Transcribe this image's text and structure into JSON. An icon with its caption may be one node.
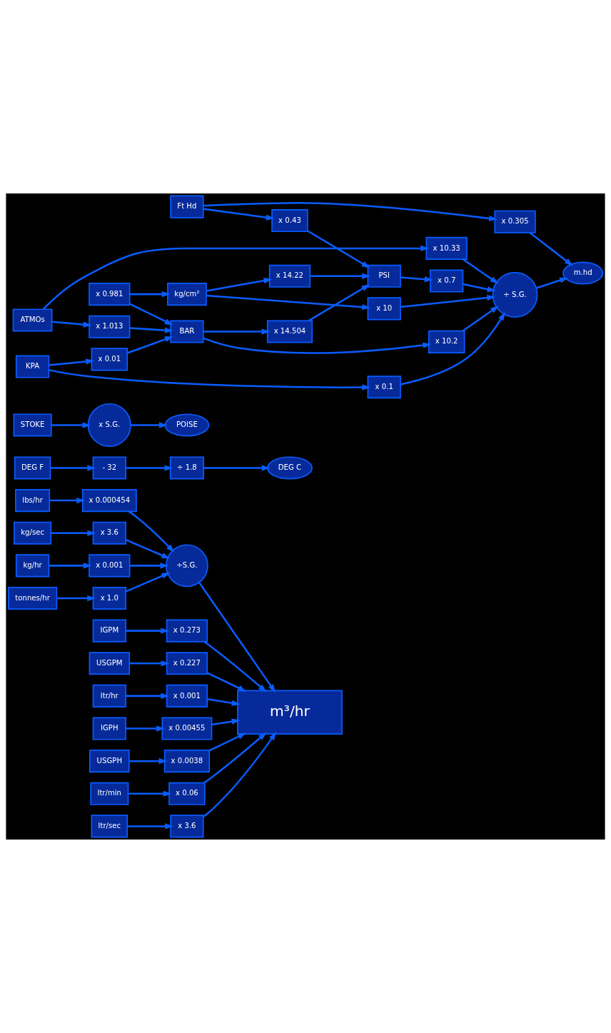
{
  "diagram": {
    "nodes": [
      {
        "text": [
          "lbs/hr"
        ]
      },
      {
        "text": [
          "x 0.000454"
        ]
      },
      {
        "text": [
          "IGPM"
        ]
      },
      {
        "text": [
          "USGPM"
        ]
      },
      {
        "text": [
          "kg/sec"
        ]
      },
      {
        "text": [
          "x 3.6"
        ]
      },
      {
        "text": [
          "÷S.G."
        ]
      },
      {
        "text": [
          "x 0.273"
        ]
      },
      {
        "text": [
          "x 0.227"
        ]
      },
      {
        "text": [
          "kg/hr"
        ]
      },
      {
        "text": [
          "x 0.001"
        ]
      },
      {
        "text": [
          "m³/hr"
        ]
      },
      {
        "text": [
          "tonnes/hr"
        ]
      },
      {
        "text": [
          "x 1.0"
        ]
      },
      {
        "text": [
          "ltr/hr"
        ]
      },
      {
        "text": [
          "x 0.001"
        ]
      },
      {
        "text": [
          "x 0.00455"
        ]
      },
      {
        "text": [
          "x 0.0038"
        ]
      },
      {
        "text": [
          "ltr/min"
        ]
      },
      {
        "text": [
          "x 0.06"
        ]
      },
      {
        "text": [
          "ltr/sec"
        ]
      },
      {
        "text": [
          "x 3.6"
        ]
      },
      {
        "text": [
          "IGPH"
        ]
      },
      {
        "text": [
          "USGPH"
        ]
      },
      {
        "text": [
          "DEG F"
        ]
      },
      {
        "text": [
          "- 32"
        ]
      },
      {
        "text": [
          "÷ 1.8"
        ]
      },
      {
        "text": [
          "DEG C"
        ]
      },
      {
        "text": [
          "STOKE"
        ]
      },
      {
        "text": [
          "x S.G."
        ]
      },
      {
        "text": [
          "POISE"
        ]
      },
      {
        "text": [
          "Ft Hd"
        ]
      },
      {
        "text": [
          "x 0.305"
        ]
      },
      {
        "text": [
          "x 0.43"
        ]
      },
      {
        "text": [
          "m.hd"
        ]
      },
      {
        "text": [
          "PSI"
        ]
      },
      {
        "text": [
          "x 0.7"
        ]
      },
      {
        "text": [
          "x 14.22"
        ]
      },
      {
        "text": [
          "x 14.504"
        ]
      },
      {
        "text": [
          "kg/cm²"
        ]
      },
      {
        "text": [
          "x 10"
        ]
      },
      {
        "text": [
          "÷ S.G."
        ]
      },
      {
        "text": [
          "x 0.981"
        ]
      },
      {
        "text": [
          "BAR"
        ]
      },
      {
        "text": [
          "x 10.2"
        ]
      },
      {
        "text": [
          "x 0.01"
        ]
      },
      {
        "text": [
          "KPA"
        ]
      },
      {
        "text": [
          "x 0.1"
        ]
      },
      {
        "text": [
          "x 1.013"
        ]
      },
      {
        "text": [
          "ATMOs"
        ]
      },
      {
        "text": [
          "x 10.33"
        ]
      }
    ],
    "edges": [
      {
        "from": 0,
        "to": 1,
        "arrow": "to"
      },
      {
        "from": 1,
        "to": 6,
        "arrow": "to"
      },
      {
        "from": 4,
        "to": 5,
        "arrow": "to"
      },
      {
        "from": 5,
        "to": 6,
        "arrow": "to"
      },
      {
        "from": 9,
        "to": 10,
        "arrow": "to"
      },
      {
        "from": 10,
        "to": 6,
        "arrow": "to"
      },
      {
        "from": 12,
        "to": 13,
        "arrow": "to"
      },
      {
        "from": 13,
        "to": 6,
        "arrow": "to"
      },
      {
        "from": 6,
        "to": 11,
        "arrow": "to"
      },
      {
        "from": 14,
        "to": 15,
        "arrow": "to"
      },
      {
        "from": 15,
        "to": 11,
        "arrow": "to"
      },
      {
        "from": 18,
        "to": 19,
        "arrow": "to"
      },
      {
        "from": 19,
        "to": 11,
        "arrow": "to"
      },
      {
        "from": 20,
        "to": 21,
        "arrow": "to"
      },
      {
        "from": 21,
        "to": 11,
        "arrow": "to"
      },
      {
        "from": 2,
        "to": 7,
        "arrow": "to"
      },
      {
        "from": 7,
        "to": 11,
        "arrow": "to"
      },
      {
        "from": 3,
        "to": 8,
        "arrow": "to"
      },
      {
        "from": 8,
        "to": 11,
        "arrow": "to"
      },
      {
        "from": 22,
        "to": 16,
        "arrow": "to"
      },
      {
        "from": 16,
        "to": 11,
        "arrow": "to"
      },
      {
        "from": 23,
        "to": 17,
        "arrow": "to"
      },
      {
        "from": 17,
        "to": 11,
        "arrow": "to"
      },
      {
        "from": 24,
        "to": 25,
        "arrow": "to"
      },
      {
        "from": 25,
        "to": 26,
        "arrow": "to"
      },
      {
        "from": 26,
        "to": 27,
        "arrow": "to"
      },
      {
        "from": 28,
        "to": 29,
        "arrow": "to"
      },
      {
        "from": 29,
        "to": 30,
        "arrow": "to"
      },
      {
        "from": 31,
        "to": 32,
        "arrow": "to"
      },
      {
        "from": 32,
        "to": 34,
        "arrow": "to"
      },
      {
        "from": 31,
        "to": 33,
        "arrow": "to"
      },
      {
        "from": 33,
        "to": 35,
        "arrow": "to"
      },
      {
        "from": 35,
        "to": 36,
        "arrow": "to"
      },
      {
        "from": 36,
        "to": 41,
        "arrow": "to"
      },
      {
        "from": 37,
        "to": 35,
        "arrow": "to"
      },
      {
        "from": 39,
        "to": 37,
        "arrow": "to"
      },
      {
        "from": 39,
        "to": 40,
        "arrow": "to"
      },
      {
        "from": 40,
        "to": 41,
        "arrow": "to"
      },
      {
        "from": 42,
        "to": 39,
        "arrow": "to"
      },
      {
        "from": 42,
        "to": 43,
        "arrow": "to"
      },
      {
        "from": 43,
        "to": 38,
        "arrow": "to"
      },
      {
        "from": 38,
        "to": 35,
        "arrow": "to"
      },
      {
        "from": 43,
        "to": 44,
        "arrow": "to"
      },
      {
        "from": 44,
        "to": 41,
        "arrow": "to"
      },
      {
        "from": 45,
        "to": 43,
        "arrow": "to"
      },
      {
        "from": 46,
        "to": 45,
        "arrow": "to"
      },
      {
        "from": 46,
        "to": 47,
        "arrow": "to"
      },
      {
        "from": 47,
        "to": 41,
        "arrow": "to"
      },
      {
        "from": 49,
        "to": 48,
        "arrow": "to"
      },
      {
        "from": 48,
        "to": 43,
        "arrow": "to"
      },
      {
        "from": 49,
        "to": 50,
        "arrow": "to"
      },
      {
        "from": 50,
        "to": 41,
        "arrow": "to"
      },
      {
        "from": 41,
        "to": 34,
        "arrow": "to"
      }
    ]
  }
}
